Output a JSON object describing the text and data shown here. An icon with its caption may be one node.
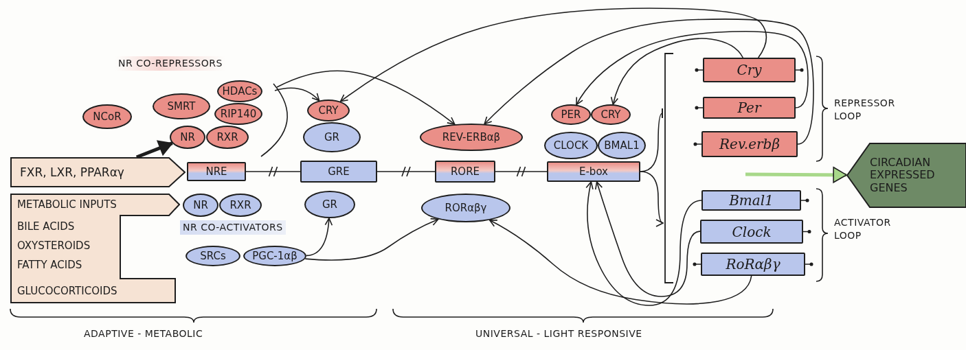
{
  "diagram": {
    "nodes": [
      {
        "text": [
          "NCoR"
        ]
      },
      {
        "text": [
          "SMRT"
        ]
      },
      {
        "text": [
          "HDACs"
        ]
      },
      {
        "text": [
          "RIP140"
        ]
      },
      {
        "text": [
          "NR"
        ]
      },
      {
        "text": [
          "RXR"
        ]
      },
      {
        "text": [
          "FXR, LXR, PPARαγ"
        ]
      },
      {
        "text": [
          "NRE"
        ]
      },
      {
        "text": [
          "METABOLIC INPUTS",
          "BILE ACIDS",
          "OXYSTEROIDS",
          "FATTY ACIDS",
          "GLUCOCORTICOIDS"
        ]
      },
      {
        "text": [
          "NR"
        ]
      },
      {
        "text": [
          "RXR"
        ]
      },
      {
        "text": [
          "SRCs"
        ]
      },
      {
        "text": [
          "PGC-1αβ"
        ]
      },
      {
        "text": [
          "CRY"
        ]
      },
      {
        "text": [
          "GR"
        ]
      },
      {
        "text": [
          "GRE"
        ]
      },
      {
        "text": [
          "GR"
        ]
      },
      {
        "text": [
          "REV-ERBαβ"
        ]
      },
      {
        "text": [
          "RORE"
        ]
      },
      {
        "text": [
          "RORαβγ"
        ]
      },
      {
        "text": [
          "PER"
        ]
      },
      {
        "text": [
          "CRY"
        ]
      },
      {
        "text": [
          "CLOCK"
        ]
      },
      {
        "text": [
          "BMAL1"
        ]
      },
      {
        "text": [
          "E-box"
        ]
      },
      {
        "text": [
          "Cry"
        ]
      },
      {
        "text": [
          "Per"
        ]
      },
      {
        "text": [
          "Rev.erbβ"
        ]
      },
      {
        "text": [
          "Bmal1"
        ]
      },
      {
        "text": [
          "Clock"
        ]
      },
      {
        "text": [
          "RoRαβγ"
        ]
      },
      {
        "text": [
          "CIRCADIAN EXPRESSED GENES"
        ]
      }
    ],
    "edges": [
      {
        "from": 6,
        "to": 4,
        "arrow": "to",
        "style": "thick"
      },
      {
        "from": 7,
        "to": 15,
        "arrow": "none"
      },
      {
        "from": 15,
        "to": 18,
        "arrow": "none"
      },
      {
        "from": 18,
        "to": 24,
        "arrow": "none"
      },
      {
        "from": 24,
        "to": null,
        "arrow": "other"
      },
      {
        "from": 24,
        "to": null,
        "arrow": "to"
      },
      {
        "from": null,
        "to": 31,
        "arrow": "to",
        "style": "thick",
        "color": "#a8d88a"
      },
      {
        "from": null,
        "to": 13,
        "arrow": "to"
      },
      {
        "from": null,
        "to": 17,
        "arrow": "to"
      },
      {
        "from": 12,
        "to": 16,
        "arrow": "to"
      },
      {
        "from": 12,
        "to": 19,
        "arrow": "to"
      },
      {
        "from": 25,
        "to": 13,
        "arrow": "to"
      },
      {
        "from": 27,
        "to": 17,
        "arrow": "to"
      },
      {
        "from": 26,
        "to": 20,
        "arrow": "to"
      },
      {
        "from": 25,
        "to": 21,
        "arrow": "to"
      },
      {
        "from": 28,
        "to": 24,
        "arrow": "to"
      },
      {
        "from": 29,
        "to": 24,
        "arrow": "to"
      },
      {
        "from": 30,
        "to": 19,
        "arrow": "to"
      }
    ],
    "labels": [
      "NR CO-REPRESSORS",
      "REPRESSOR LOOP",
      "NR CO-ACTIVATORS",
      "ACTIVATOR LOOP",
      "ADAPTIVE - METABOLIC",
      "UNIVERSAL - LIGHT RESPONSIVE"
    ]
  }
}
